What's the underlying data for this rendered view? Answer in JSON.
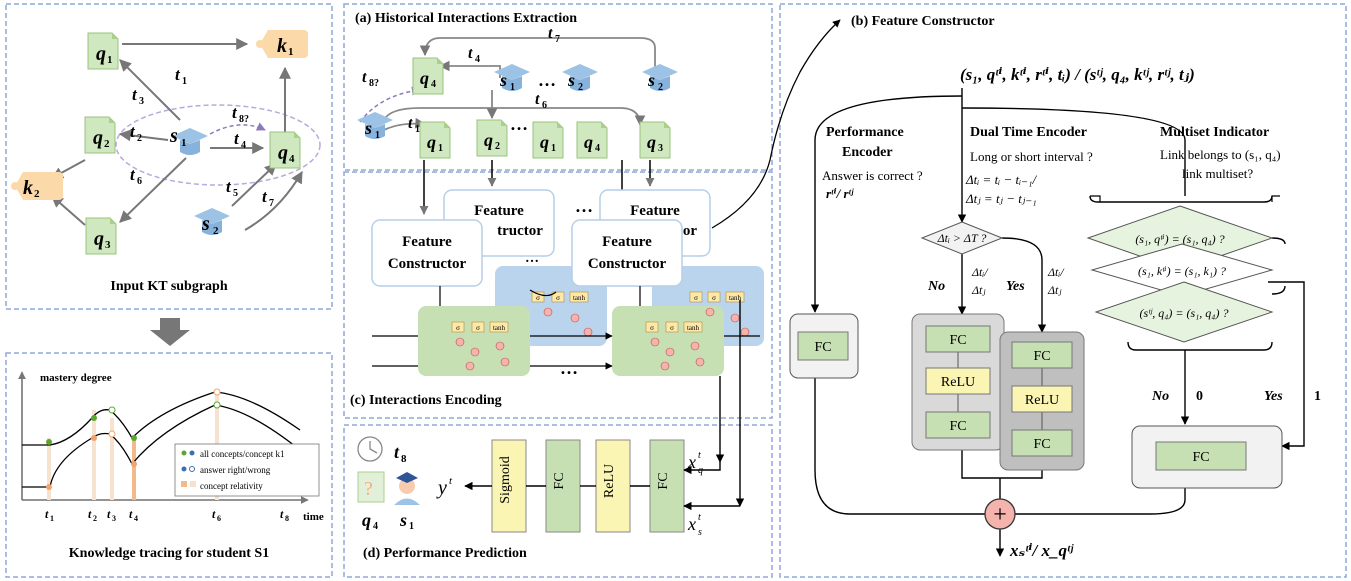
{
  "panel_kt": {
    "caption": "Input KT subgraph",
    "nodes": {
      "q1": "q",
      "q1s": "1",
      "q2": "q",
      "q2s": "2",
      "q3": "q",
      "q3s": "3",
      "q4": "q",
      "q4s": "4",
      "k1": "k",
      "k1s": "1",
      "k2": "k",
      "k2s": "2",
      "s1": "s",
      "s1s": "1",
      "s2": "s",
      "s2s": "2"
    },
    "edges": {
      "t1": "1",
      "t2": "2",
      "t3": "3",
      "t4": "4",
      "t5": "5",
      "t6": "6",
      "t7": "7",
      "t8": "8?"
    }
  },
  "panel_trace": {
    "ylabel": "mastery degree",
    "xlabel": "time",
    "caption": "Knowledge tracing for student S1",
    "legend": [
      "all concepts/concept k1",
      "answer right/wrong",
      "concept relativity"
    ],
    "ticks": [
      "1",
      "2",
      "3",
      "4",
      "6",
      "8"
    ]
  },
  "panel_a": {
    "title": "(a) Historical Interactions  Extraction",
    "t8_sub": "8?",
    "labels": {
      "t7": "7",
      "t4": "4",
      "t6": "6",
      "t1": "1",
      "dots": "…"
    }
  },
  "panel_c": {
    "title": "(c) Interactions Encoding",
    "fc_line1": "Feature",
    "fc_line2": "Constructor",
    "fc_back_partial1": "Feature",
    "fc_back_partial2": "tructor",
    "fc_back_partial3": "Feature",
    "fc_back_partial4": "or",
    "lstm": {
      "sigma": "σ",
      "tanh": "tanh"
    },
    "dots": "…"
  },
  "panel_d": {
    "title": "(d) Performance Prediction",
    "t8": "8",
    "blocks": [
      "Sigmoid",
      "FC",
      "ReLU",
      "FC"
    ],
    "out": "y",
    "out_sup": "t",
    "xq_sub": "q",
    "xs_sub": "s",
    "q4": "4",
    "s1": "1",
    "question_mark": "?"
  },
  "panel_b": {
    "title": "(b) Feature Constructor",
    "input_formula": "(s₁, qᵗⁱ, kᵗⁱ, rᵗⁱ, tᵢ) / (sᵗʲ, q₄, kᵗʲ, rᵗʲ, tⱼ)",
    "perf_title_1": "Performance",
    "perf_title_2": "Encoder",
    "perf_desc": "Answer is correct ?",
    "perf_r": "rᵗⁱ/ rᵗʲ",
    "dual_title": "Dual Time Encoder",
    "dual_desc": "Long or short interval ?",
    "dual_eq1": "Δtᵢ = tᵢ − tᵢ₋₁/",
    "dual_eq2": "Δtⱼ = tⱼ − tⱼ₋₁",
    "multi_title": "Multiset Indicator",
    "multi_desc1": "Link belongs to (s₁, q₄)",
    "multi_desc2": "link multiset?",
    "decision": "Δtᵢ  > ΔT ?",
    "no": "No",
    "yes": "Yes",
    "dt_lbl1": "Δtᵢ/",
    "dt_lbl2": "Δtⱼ",
    "cond1": "(s₁, qᵗⁱ)  = (s₁, q₄) ?",
    "cond2": "(s₁, kᵗⁱ) = (s₁, k₁) ?",
    "cond3": "(sᵗʲ, q₄) = (s₁, q₄) ?",
    "fc": "FC",
    "relu": "ReLU",
    "zero": "0",
    "one": "1",
    "plus": "+",
    "output": "xₛᵗⁱ/ x_qᵗʲ"
  },
  "colors": {
    "green": "#d5ebc8",
    "green_stroke": "#9ac47e",
    "orange": "#fbd9a8",
    "blue": "#9cc2e5",
    "dashed": "#8fa9d8",
    "gray_box": "#d9d9d9",
    "yellow": "#fbf5b4",
    "plus": "#f4b3ac"
  }
}
